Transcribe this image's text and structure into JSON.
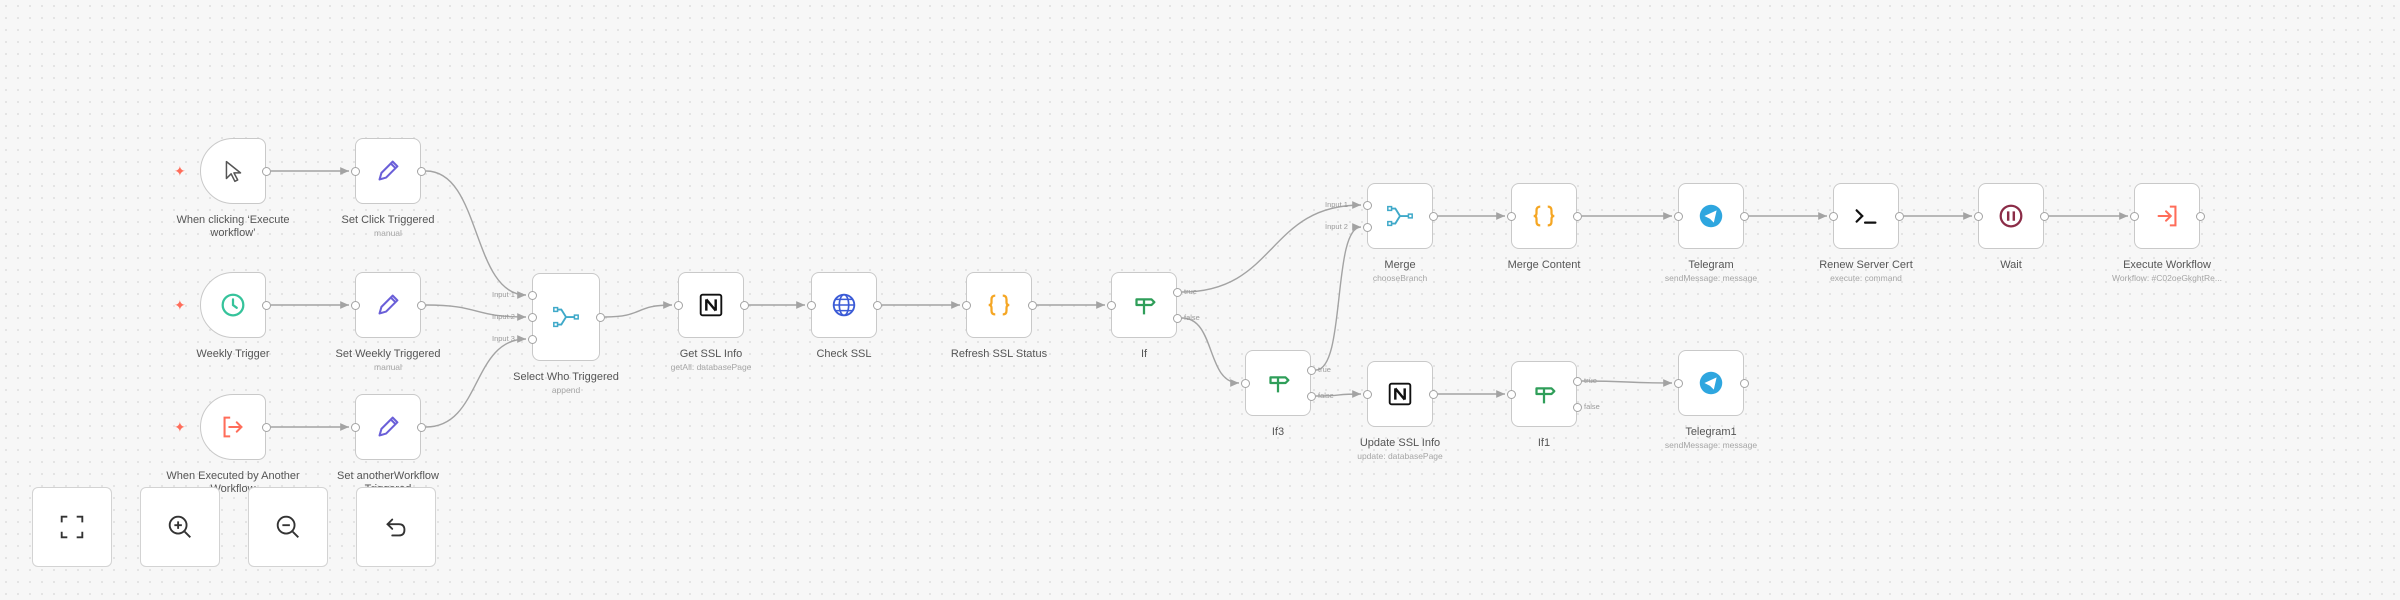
{
  "canvas": {
    "nodes": [
      {
        "id": "n1",
        "label": "When clicking ‘Execute workflow’",
        "subtitle": "",
        "icon": "cursor-icon"
      },
      {
        "id": "n2",
        "label": "Set Click Triggered",
        "subtitle": "manual",
        "icon": "pencil-icon"
      },
      {
        "id": "n3",
        "label": "Weekly Trigger",
        "subtitle": "",
        "icon": "clock-icon"
      },
      {
        "id": "n4",
        "label": "Set Weekly Triggered",
        "subtitle": "manual",
        "icon": "pencil-icon"
      },
      {
        "id": "n5",
        "label": "When Executed by Another Workflow",
        "subtitle": "",
        "icon": "sign-in-icon"
      },
      {
        "id": "n6",
        "label": "Set anotherWorkflow Triggered",
        "subtitle": "",
        "icon": "pencil-icon"
      },
      {
        "id": "n7",
        "label": "Select Who Triggered",
        "subtitle": "append",
        "icon": "merge-icon"
      },
      {
        "id": "n8",
        "label": "Get SSL Info",
        "subtitle": "getAll: databasePage",
        "icon": "notion-icon"
      },
      {
        "id": "n9",
        "label": "Check SSL",
        "subtitle": "",
        "icon": "globe-icon"
      },
      {
        "id": "n10",
        "label": "Refresh SSL Status",
        "subtitle": "",
        "icon": "code-icon"
      },
      {
        "id": "n11",
        "label": "If",
        "subtitle": "",
        "icon": "if-icon"
      },
      {
        "id": "n12",
        "label": "If3",
        "subtitle": "",
        "icon": "if-icon"
      },
      {
        "id": "n13",
        "label": "Merge",
        "subtitle": "chooseBranch",
        "icon": "merge-icon"
      },
      {
        "id": "n14",
        "label": "Merge Content",
        "subtitle": "",
        "icon": "code-icon"
      },
      {
        "id": "n15",
        "label": "Telegram",
        "subtitle": "sendMessage: message",
        "icon": "telegram-icon"
      },
      {
        "id": "n16",
        "label": "Renew Server Cert",
        "subtitle": "execute: command",
        "icon": "terminal-icon"
      },
      {
        "id": "n17",
        "label": "Wait",
        "subtitle": "",
        "icon": "pause-icon"
      },
      {
        "id": "n18",
        "label": "Execute Workflow",
        "subtitle": "Workflow: #C02oeGkghtRe...",
        "icon": "sign-out-icon"
      },
      {
        "id": "n19",
        "label": "Update SSL Info",
        "subtitle": "update: databasePage",
        "icon": "notion-icon"
      },
      {
        "id": "n20",
        "label": "If1",
        "subtitle": "",
        "icon": "if-icon"
      },
      {
        "id": "n21",
        "label": "Telegram1",
        "subtitle": "sendMessage: message",
        "icon": "telegram-icon"
      }
    ],
    "port_labels": {
      "input1": "Input 1",
      "input2": "Input 2",
      "input3": "Input 3",
      "true": "true",
      "false": "false"
    }
  },
  "controls": [
    {
      "name": "fit-view-button",
      "icon": "fullscreen-icon"
    },
    {
      "name": "zoom-in-button",
      "icon": "zoom-in-icon"
    },
    {
      "name": "zoom-out-button",
      "icon": "zoom-out-icon"
    },
    {
      "name": "reset-zoom-button",
      "icon": "undo-icon"
    }
  ],
  "colors": {
    "canvas_background": "#f7f7f7",
    "node_border": "#c9c9c9",
    "edge": "#a3a3a3",
    "trigger_bolt": "#ff6d5a",
    "pencil": "#6a5fd8",
    "clock": "#36c39b",
    "merge": "#3fa9c9",
    "code": "#f5a623",
    "if": "#2f9e59",
    "telegram": "#2ea6df",
    "wait": "#8b2c47",
    "execute": "#ff6d5a"
  }
}
